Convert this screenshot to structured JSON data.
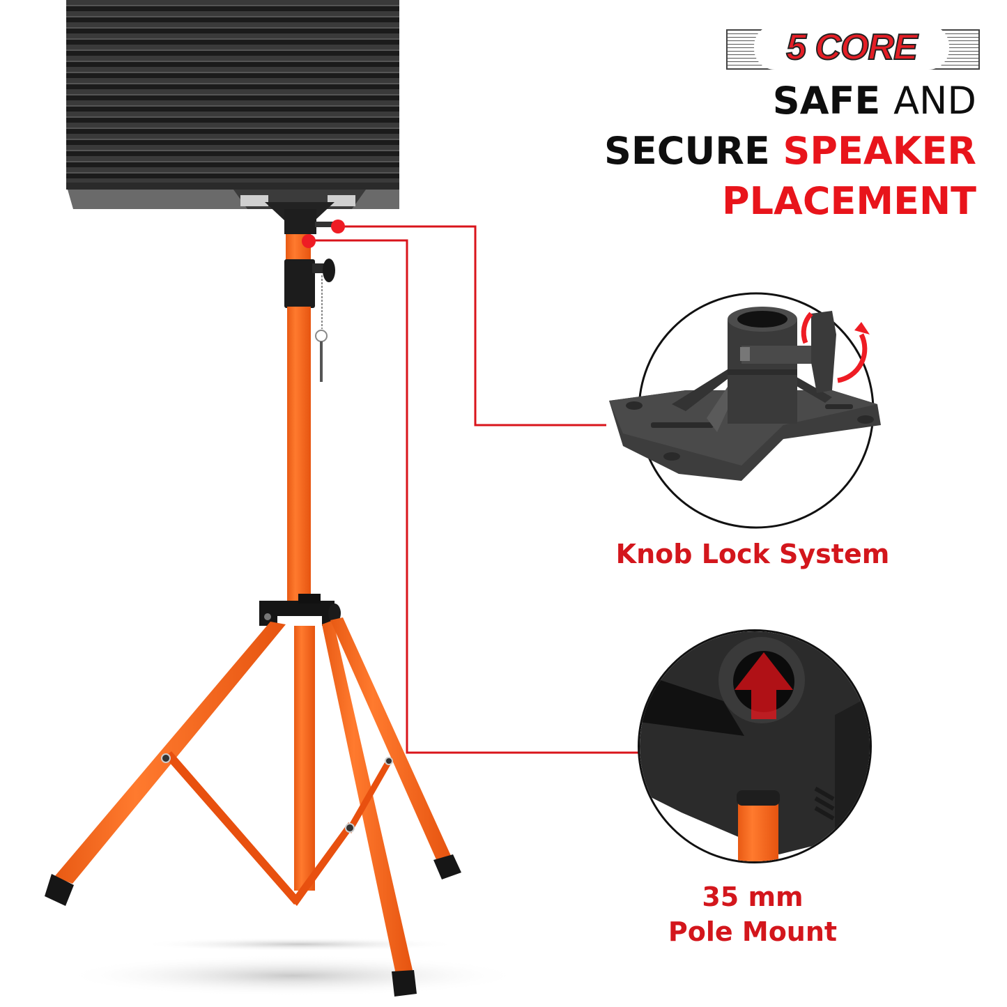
{
  "brand": {
    "logo_text": "5 CORE",
    "logo_color": "#e41e26"
  },
  "headline": {
    "line1": {
      "bold": "SAFE",
      "light": "AND"
    },
    "line2": {
      "black": "SECURE",
      "red": "SPEAKER"
    },
    "line3": {
      "red": "PLACEMENT"
    },
    "accent_color": "#e8141b",
    "text_color": "#0e0e0e"
  },
  "callouts": [
    {
      "id": "knob-lock",
      "label": "Knob Lock System"
    },
    {
      "id": "pole-mount",
      "label_line1": "35 mm",
      "label_line2": "Pole Mount"
    }
  ],
  "colors": {
    "stand_orange": "#f26a21",
    "leader_line_red": "#d9141b",
    "speaker_black": "#1c1c1c"
  }
}
